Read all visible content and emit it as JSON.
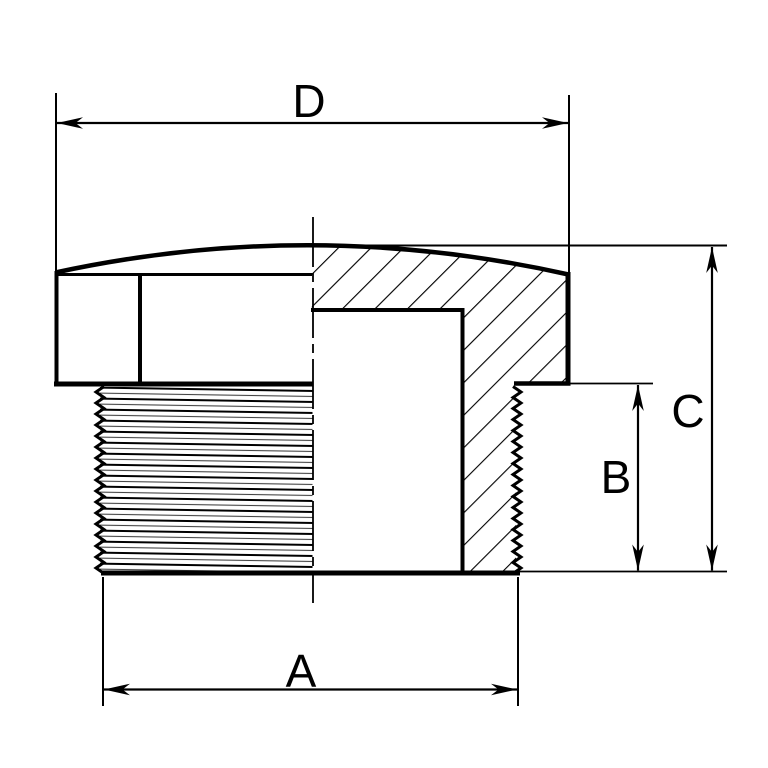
{
  "figure": {
    "description": "Technical cross-section drawing of a threaded blanking plug with domed head, hex flat, internal cavity and dimension callouts",
    "labels": {
      "dim_head_width": "D",
      "dim_thread_width": "A",
      "dim_total_height": "C",
      "dim_thread_height": "B"
    },
    "colors": {
      "ink": "#000000",
      "thread_minor_line": "#444444",
      "background": "#ffffff"
    }
  }
}
